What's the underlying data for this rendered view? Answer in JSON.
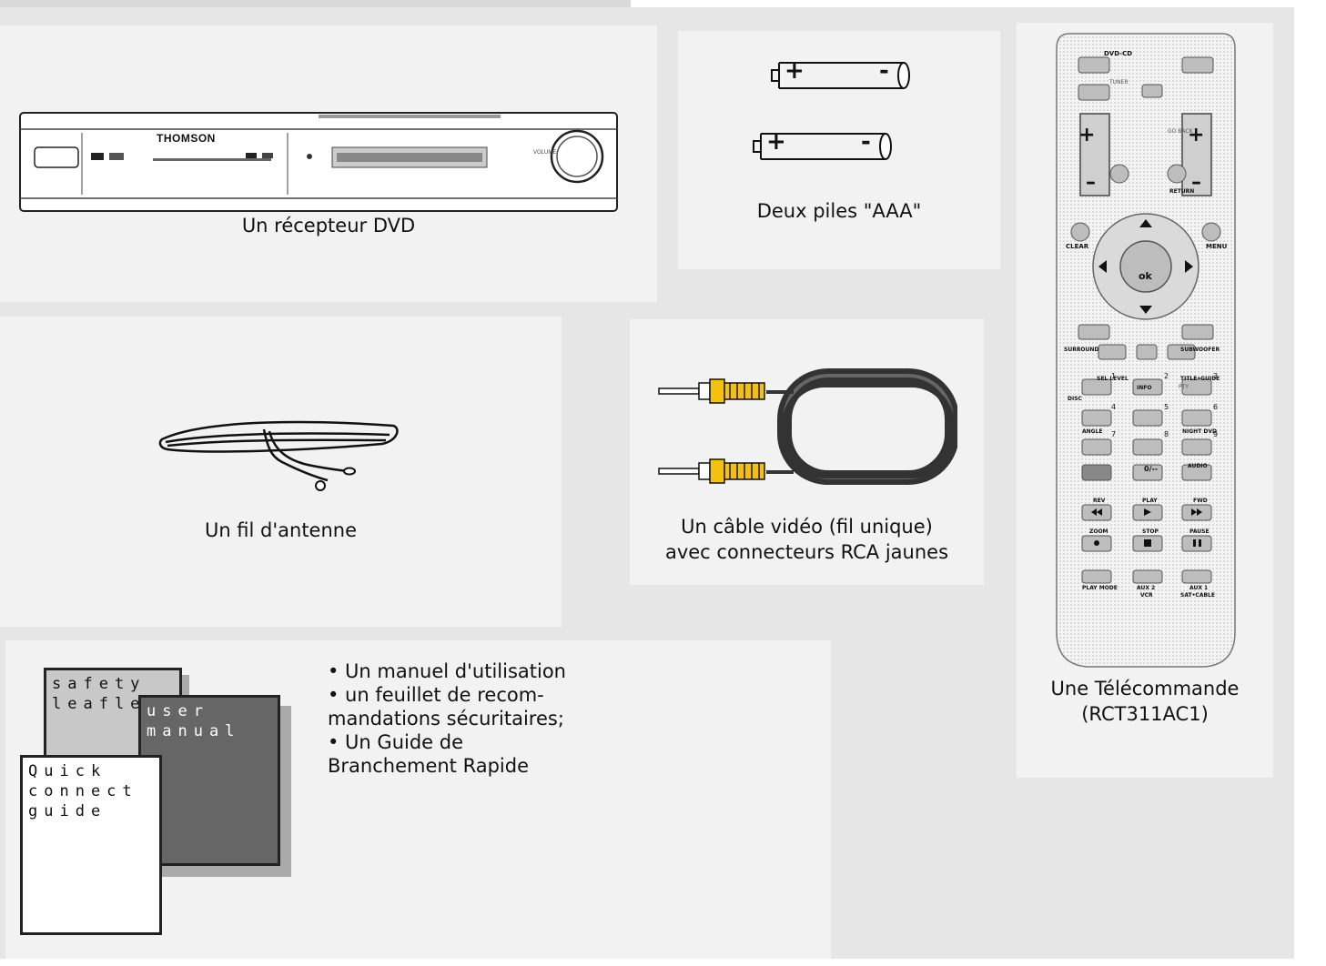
{
  "panels": {
    "receiver": {
      "caption": "Un récepteur DVD",
      "brand": "THOMSON",
      "volume_label": "VOLUME"
    },
    "batteries": {
      "caption": "Deux piles \"AAA\"",
      "plus": "+",
      "minus": "-"
    },
    "remote": {
      "caption_line1": "Une Télécommande",
      "caption_line2": "(RCT311AC1)"
    },
    "antenna": {
      "caption": "Un fil d'antenne"
    },
    "cable": {
      "caption_line1": "Un câble vidéo (fil unique)",
      "caption_line2": "avec connecteurs RCA jaunes"
    },
    "documents": {
      "safety_leaflet": "safety\nleaflet",
      "user_manual": "user\nmanual",
      "quick_guide": "Quick\nconnect\nguide",
      "list": [
        "• Un manuel d'utilisation",
        "• un feuillet de recom-",
        "mandations sécuritaires;",
        "• Un Guide de",
        "Branchement Rapide"
      ]
    }
  },
  "remote_labels": {
    "dvd_cd": "DVD-CD",
    "tuner": "TUNER",
    "go_back": "GO BACK",
    "return": "RETURN",
    "clear": "CLEAR",
    "menu": "MENU",
    "ok": "ok",
    "surround": "SURROUND",
    "subwoofer": "SUBWOOFER",
    "sel_level": "SEL LEVEL",
    "info": "INFO",
    "title_guide": "TITLE•GUIDE",
    "pty": "PTY",
    "disc": "DISC",
    "angle": "ANGLE",
    "night_dvd": "NIGHT DVD",
    "audio": "AUDIO",
    "zero": "0/--",
    "rev": "REV",
    "play": "PLAY",
    "fwd": "FWD",
    "zoom": "ZOOM",
    "stop": "STOP",
    "pause": "PAUSE",
    "play_mode": "PLAY MODE",
    "aux2": "AUX 2",
    "vcr": "VCR",
    "aux1": "AUX 1",
    "sat_cable": "SAT•CABLE",
    "digits": [
      "1",
      "2",
      "3",
      "4",
      "5",
      "6",
      "7",
      "8",
      "9"
    ]
  }
}
